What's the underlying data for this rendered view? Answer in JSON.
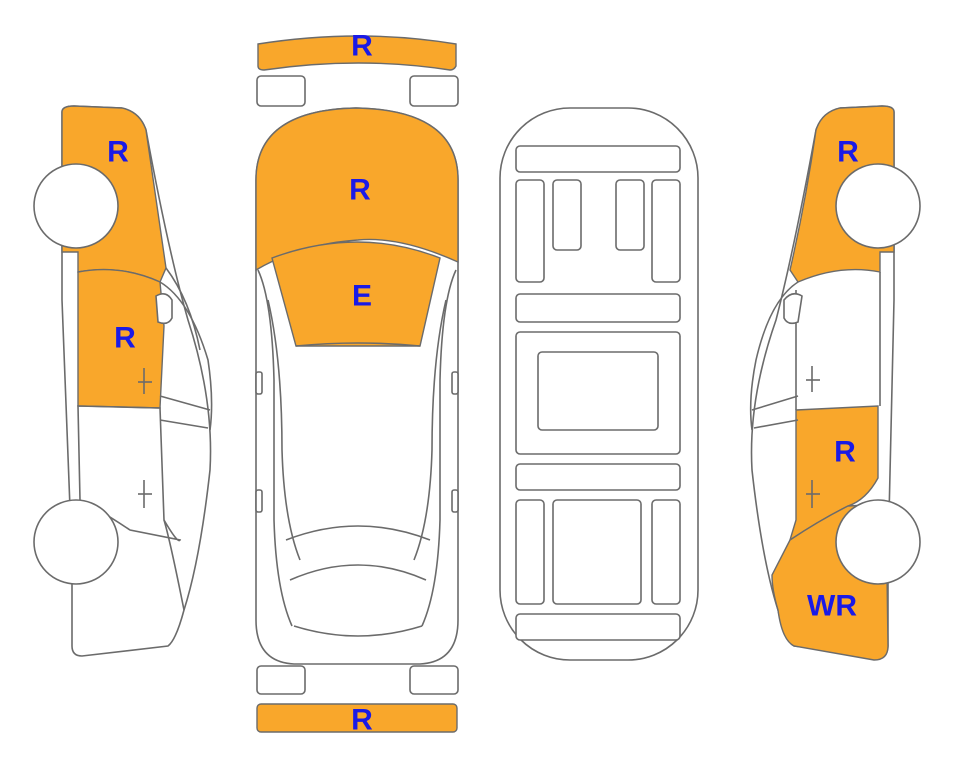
{
  "colors": {
    "damage_fill": "#F9A72B",
    "label": "#1A1AE6",
    "outline": "#6B6B6B",
    "background": "#FFFFFF"
  },
  "labels": {
    "front_bumper": "R",
    "hood": "R",
    "windshield": "E",
    "rear_bumper": "R",
    "left_front_fender": "R",
    "left_front_door": "R",
    "right_front_fender": "R",
    "right_rear_door": "R",
    "right_rear_quarter": "WR"
  }
}
